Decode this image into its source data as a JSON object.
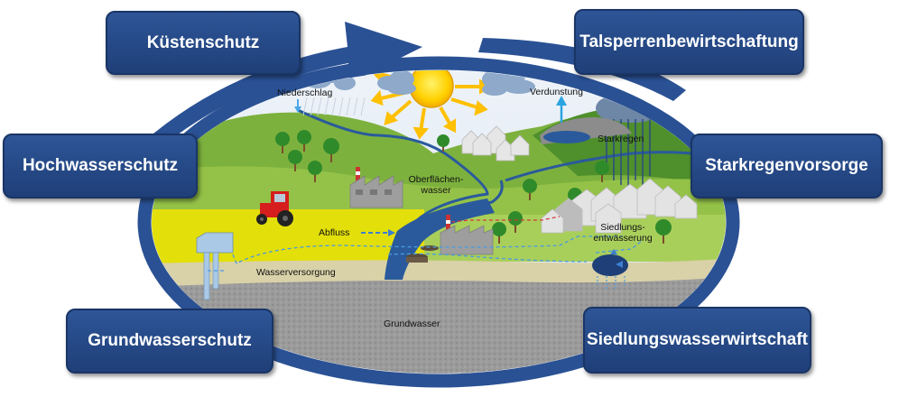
{
  "boxes": {
    "kuestenschutz": "Küstenschutz",
    "talsperren": "Talsperrenbewirtschaftung",
    "hochwasser": "Hochwasserschutz",
    "starkregen": "Starkregenvorsorge",
    "grundwasserschutz": "Grundwasserschutz",
    "siedlungswasser": "Siedlungswasserwirtschaft"
  },
  "labels": {
    "niederschlag": "Niederschlag",
    "verdunstung": "Verdunstung",
    "starkregen": "Starkregen",
    "oberflaechen_1": "Oberflächen-",
    "oberflaechen_2": "wasser",
    "abfluss": "Abfluss",
    "siedlungs_1": "Siedlungs-",
    "siedlungs_2": "entwässerung",
    "wasserversorgung": "Wasserversorgung",
    "grundwasser": "Grundwasser"
  },
  "colors": {
    "box_fill": "#2b5090",
    "ring": "#2a5194",
    "sky": "#dfe8f2",
    "hills": "#7db13e",
    "field": "#e3df0a",
    "ground": "#d9d1a8",
    "groundwater": "#9a9a9a",
    "river": "#2a5a9c",
    "sun": "#ffc000"
  }
}
